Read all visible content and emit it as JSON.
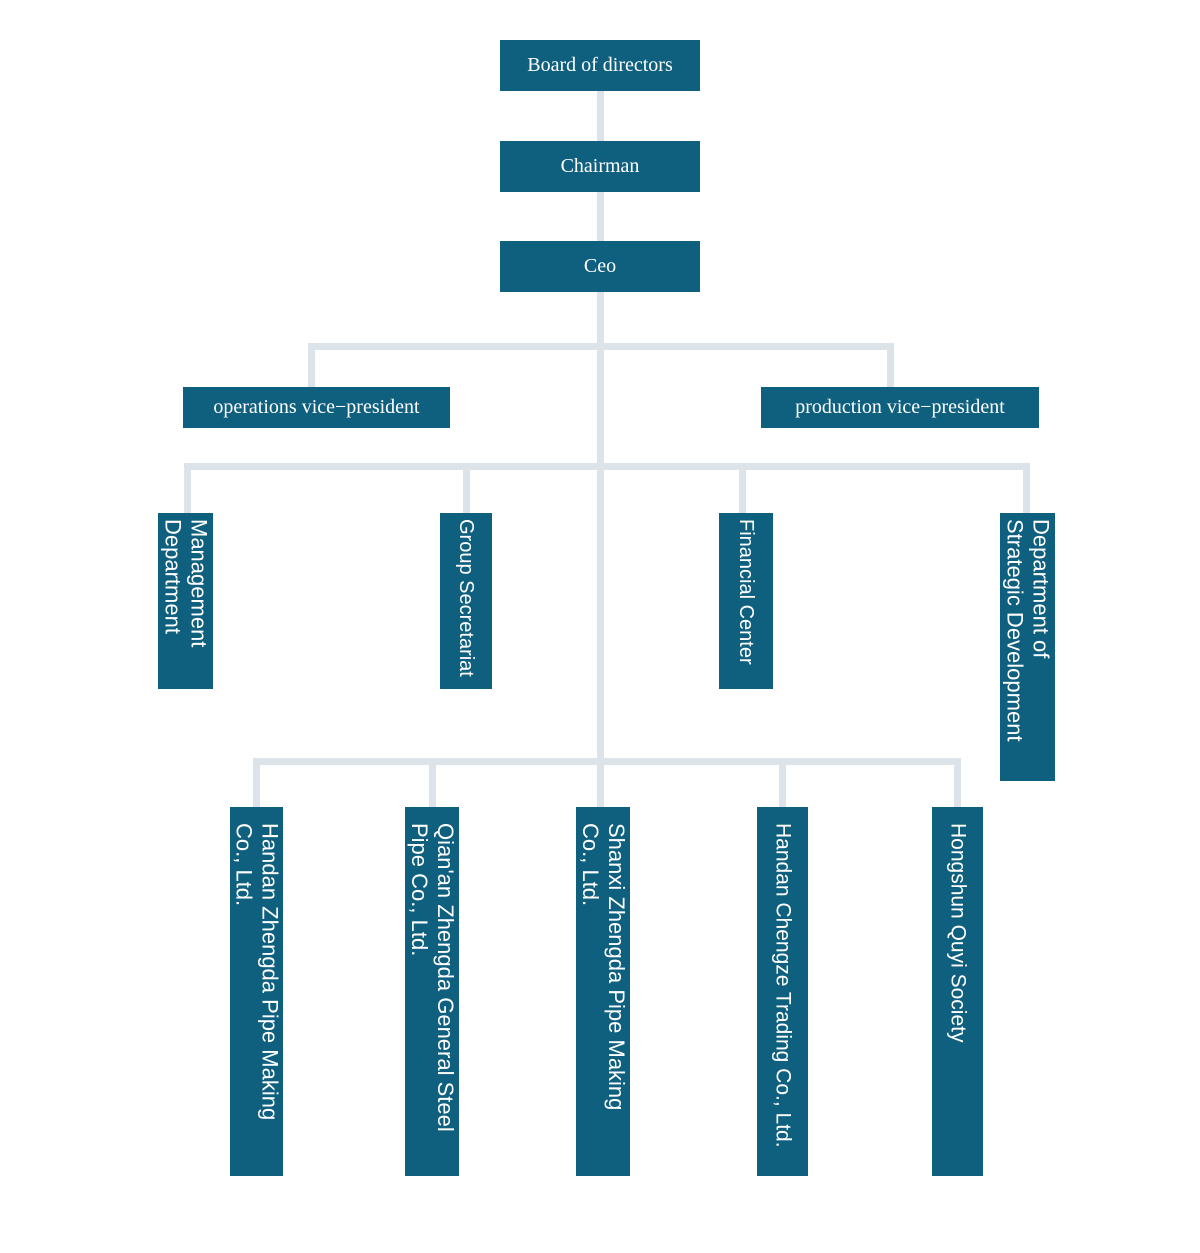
{
  "org_chart": {
    "colors": {
      "box_fill": "#0f5f7f",
      "box_text": "#ffffff",
      "connector": "#dde4e9",
      "background": "#ffffff"
    },
    "nodes": {
      "board": {
        "label": "Board of directors"
      },
      "chairman": {
        "label": "Chairman"
      },
      "ceo": {
        "label": "Ceo"
      },
      "operations_vp": {
        "label": "operations vice−president"
      },
      "production_vp": {
        "label": "production vice−president"
      },
      "management_department": {
        "label": "Management\nDepartment"
      },
      "group_secretariat": {
        "label": "Group Secretariat"
      },
      "financial_center": {
        "label": "Financial Center"
      },
      "strategic_development": {
        "label": "Department of\nStrategic Development"
      },
      "handan_zhengda": {
        "label": "Handan Zhengda Pipe Making\nCo., Ltd."
      },
      "qianan_zhengda": {
        "label": "Qian'an Zhengda General Steel\nPipe Co., Ltd."
      },
      "shanxi_zhengda": {
        "label": "Shanxi Zhengda Pipe Making\nCo., Ltd."
      },
      "handan_chengze": {
        "label": "Handan Chengze Trading Co., Ltd."
      },
      "hongshun_quyi": {
        "label": "Hongshun Quyi Society"
      }
    },
    "edges": [
      [
        "board",
        "chairman"
      ],
      [
        "chairman",
        "ceo"
      ],
      [
        "ceo",
        "operations_vp"
      ],
      [
        "ceo",
        "production_vp"
      ],
      [
        "ceo",
        "management_department"
      ],
      [
        "ceo",
        "group_secretariat"
      ],
      [
        "ceo",
        "financial_center"
      ],
      [
        "ceo",
        "strategic_development"
      ],
      [
        "ceo",
        "handan_zhengda"
      ],
      [
        "ceo",
        "qianan_zhengda"
      ],
      [
        "ceo",
        "shanxi_zhengda"
      ],
      [
        "ceo",
        "handan_chengze"
      ],
      [
        "ceo",
        "hongshun_quyi"
      ]
    ]
  }
}
